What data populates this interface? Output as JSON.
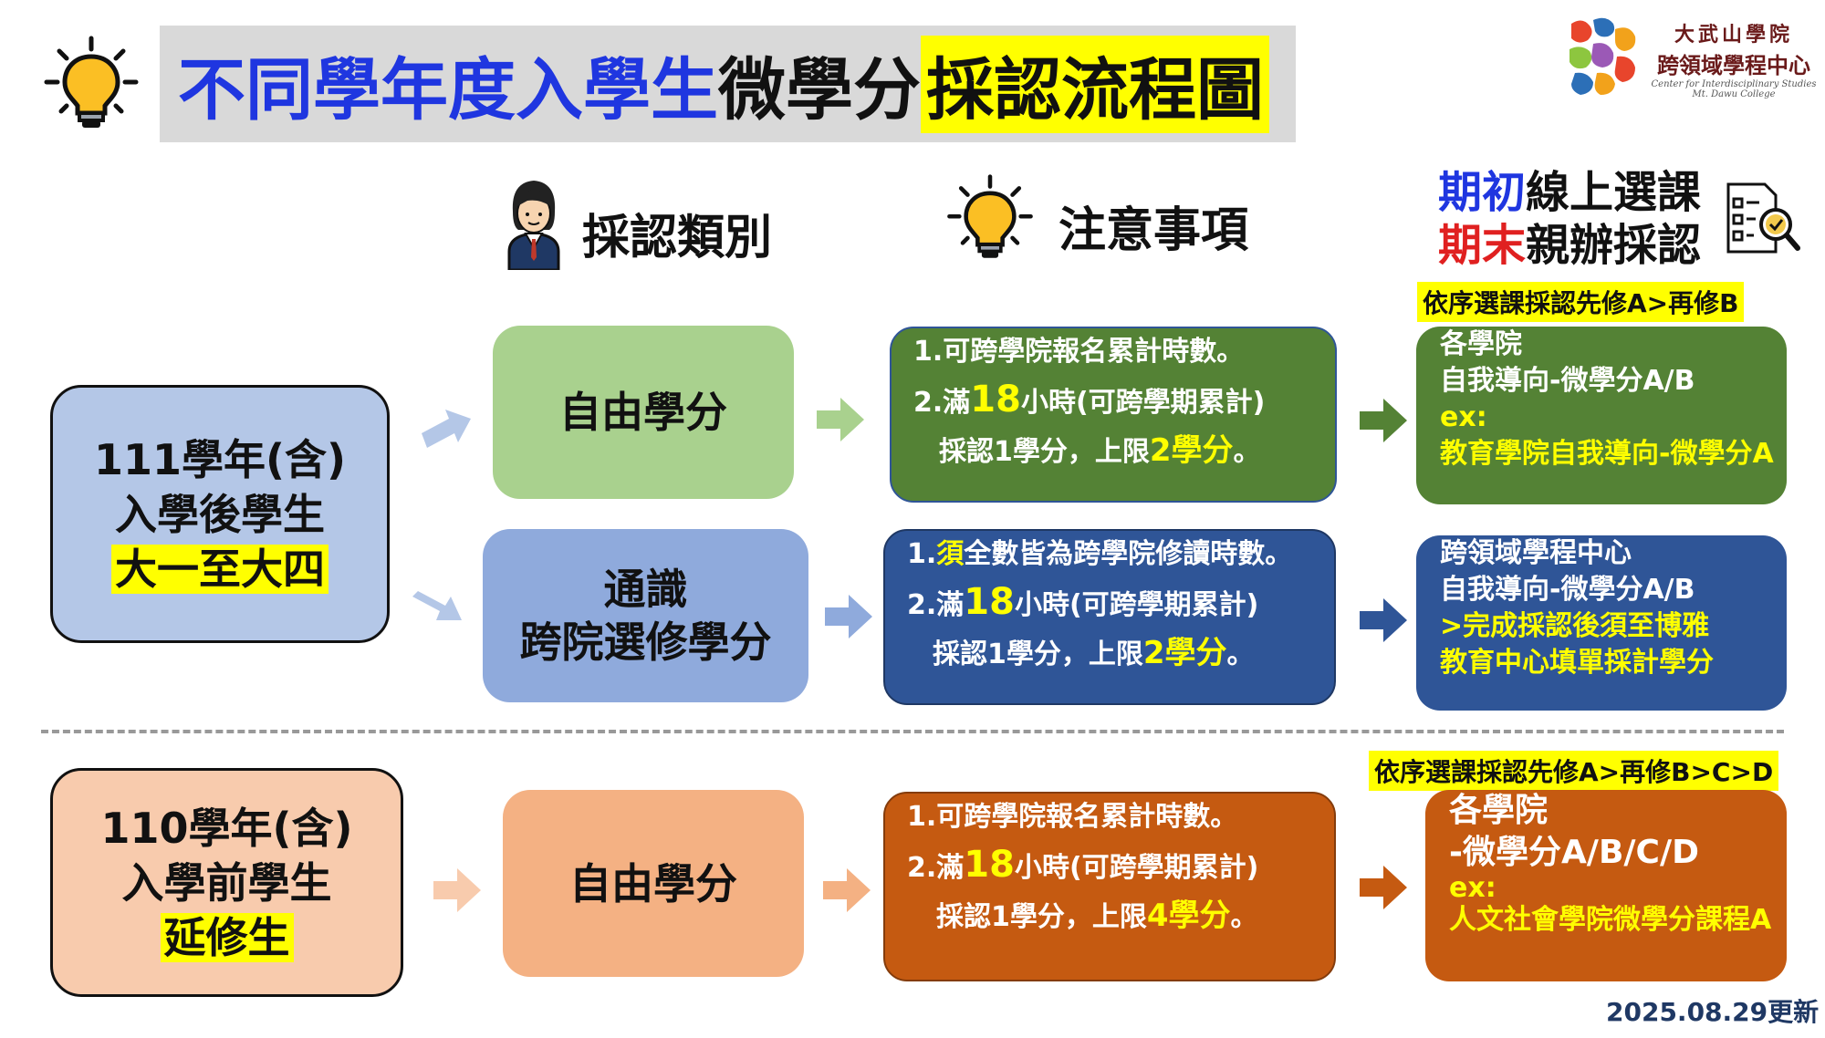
{
  "title": {
    "part1": "不同學年度入學生",
    "part2": "微學分",
    "part3": "採認流程圖"
  },
  "logo": {
    "line1": "大武山學院",
    "line2": "跨領域學程中心",
    "line3": "Center for Interdisciplinary Studies",
    "line4": "Mt. Dawu College"
  },
  "headers": {
    "type": "採認類別",
    "note": "注意事項",
    "sel_a1": "期初",
    "sel_a2": "線上選課",
    "sel_b1": "期末",
    "sel_b2": "親辦採認"
  },
  "order_notes": {
    "top": "依序選課採認先修A>再修B",
    "bottom": "依序選課採認先修A>再修B>C>D"
  },
  "groups": {
    "g111": {
      "line1": "111學年(含)",
      "line2": "入學後學生",
      "line3": "大一至大四"
    },
    "g110": {
      "line1": "110學年(含)",
      "line2": "入學前學生",
      "line3": "延修生"
    }
  },
  "categories": {
    "free1": "自由學分",
    "gen_line1": "通識",
    "gen_line2": "跨院選修學分",
    "free2": "自由學分"
  },
  "notes": {
    "n1": {
      "l1": "1.可跨學院報名累計時數。",
      "l2a": "2.滿",
      "l2b": "18",
      "l2c": "小時(可跨學期累計)",
      "l3a": "採認1學分，上限",
      "l3b": "2學分",
      "l3c": "。"
    },
    "n2": {
      "l1a": "1.",
      "l1b": "須",
      "l1c": "全數皆為跨學院修讀時數。",
      "l2a": "2.滿",
      "l2b": "18",
      "l2c": "小時(可跨學期累計)",
      "l3a": "採認1學分，上限",
      "l3b": "2學分",
      "l3c": "。"
    },
    "n3": {
      "l1": "1.可跨學院報名累計時數。",
      "l2a": "2.滿",
      "l2b": "18",
      "l2c": "小時(可跨學期累計)",
      "l3a": "採認1學分，上限",
      "l3b": "4學分",
      "l3c": "。"
    }
  },
  "results": {
    "r1": {
      "l1": "各學院",
      "l2": "自我導向-微學分A/B",
      "l3": "ex:",
      "l4": "教育學院自我導向-微學分A"
    },
    "r2": {
      "l1": "跨領域學程中心",
      "l2": "自我導向-微學分A/B",
      "l3": ">完成採認後須至博雅",
      "l4": "教育中心填單採計學分"
    },
    "r3": {
      "l1": "各學院",
      "l2": "-微學分A/B/C/D",
      "l3": "ex:",
      "l4": "人文社會學院微學分課程A"
    }
  },
  "updated": "2025.08.29更新",
  "colors": {
    "title_blue": "#1f36e0",
    "highlight_yellow": "#ffff00",
    "green_light": "#a9d18e",
    "green_dark": "#548235",
    "blue_light": "#8faadc",
    "blue_dark": "#2f5597",
    "orange_light": "#f4b183",
    "orange_dark": "#c55a11",
    "group_blue": "#b4c7e7",
    "group_peach": "#f8cbad"
  },
  "icons": [
    "lightbulb-icon",
    "student-avatar-icon",
    "checklist-magnifier-icon",
    "logo-mark"
  ]
}
